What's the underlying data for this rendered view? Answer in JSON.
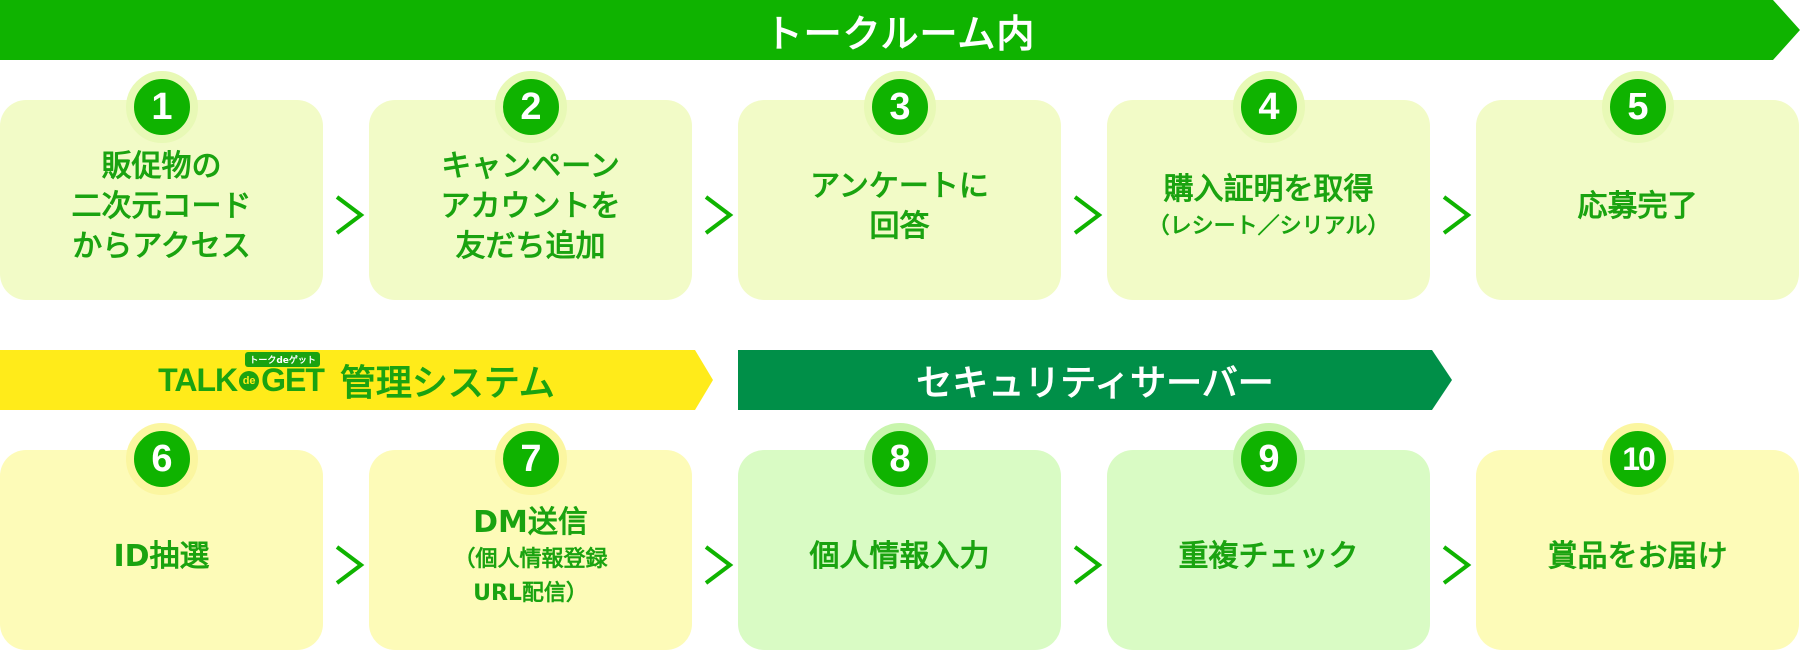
{
  "banners": {
    "top": "トークルーム内",
    "yellow_logo": {
      "talk": "TALK",
      "de": "de",
      "get": "GET",
      "ruby": "トークdeゲット"
    },
    "yellow_title": "管理システム",
    "dark": "セキュリティサーバー"
  },
  "steps": [
    {
      "num": "1",
      "lines": [
        "販促物の",
        "二次元コード",
        "からアクセス"
      ]
    },
    {
      "num": "2",
      "lines": [
        "キャンペーン",
        "アカウントを",
        "友だち追加"
      ]
    },
    {
      "num": "3",
      "lines": [
        "アンケートに",
        "回答"
      ]
    },
    {
      "num": "4",
      "lines": [
        "購入証明を取得"
      ],
      "sub": [
        "（レシート／シリアル）"
      ]
    },
    {
      "num": "5",
      "lines": [
        "応募完了"
      ]
    },
    {
      "num": "6",
      "lines": [
        "ID抽選"
      ]
    },
    {
      "num": "7",
      "lines": [
        "DM送信"
      ],
      "sub": [
        "（個人情報登録",
        "URL配信）"
      ]
    },
    {
      "num": "8",
      "lines": [
        "個人情報入力"
      ]
    },
    {
      "num": "9",
      "lines": [
        "重複チェック"
      ]
    },
    {
      "num": "10",
      "lines": [
        "賞品をお届け"
      ]
    }
  ],
  "colors": {
    "green": "#0fb300",
    "text_green": "#1aa310",
    "dark_green": "#008f48",
    "yellow": "#ffeb1a",
    "card_light": "#f2fbc7",
    "card_yellow": "#fdfbb8",
    "card_green": "#d9fbc4"
  }
}
